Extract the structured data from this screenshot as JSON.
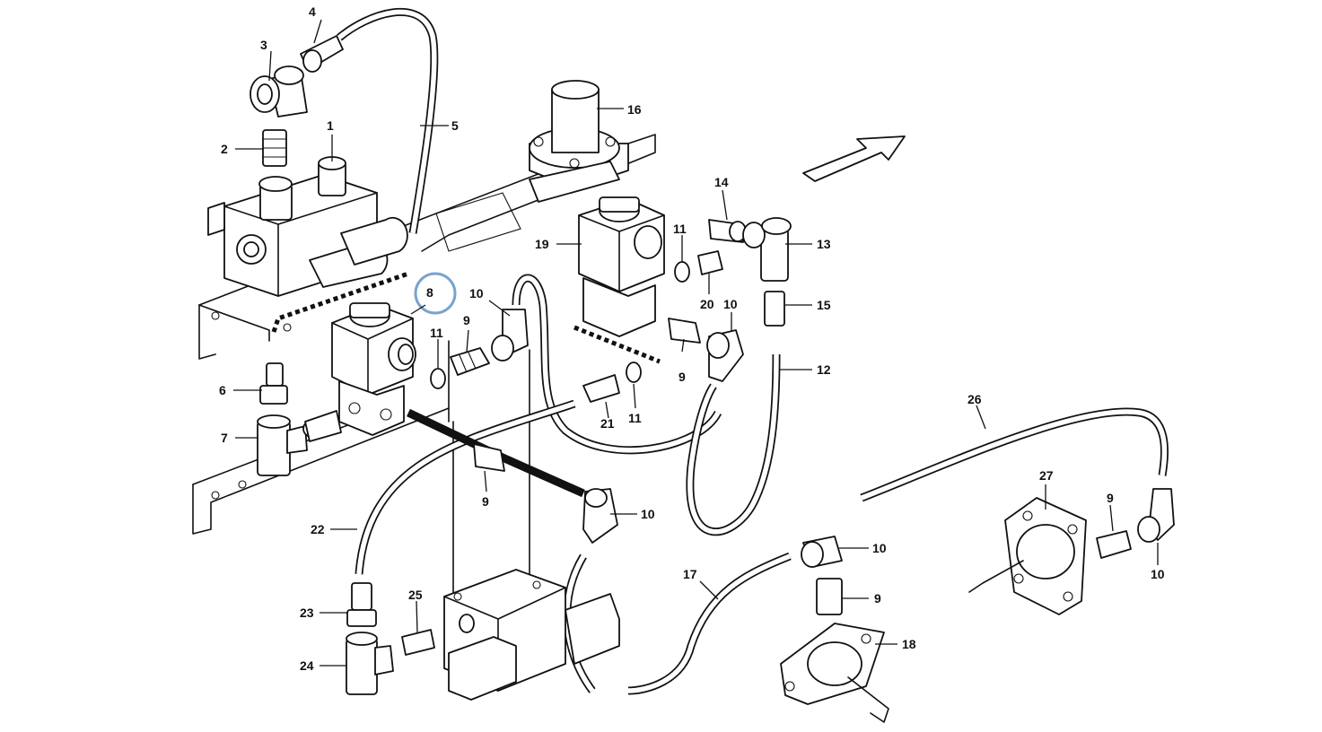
{
  "highlight_color": "#7aa3cf",
  "callouts": {
    "c1": "1",
    "c2": "2",
    "c3": "3",
    "c4": "4",
    "c5": "5",
    "c6": "6",
    "c7": "7",
    "c8": "8",
    "c9a": "9",
    "c9b": "9",
    "c9c": "9",
    "c9d": "9",
    "c9e": "9",
    "c10a": "10",
    "c10b": "10",
    "c10c": "10",
    "c10d": "10",
    "c10e": "10",
    "c11a": "11",
    "c11b": "11",
    "c11c": "11",
    "c12": "12",
    "c13": "13",
    "c14": "14",
    "c15": "15",
    "c16": "16",
    "c17": "17",
    "c18": "18",
    "c19": "19",
    "c20": "20",
    "c21": "21",
    "c22": "22",
    "c23": "23",
    "c24": "24",
    "c25": "25",
    "c26": "26",
    "c27": "27"
  },
  "highlighted_part": "8"
}
